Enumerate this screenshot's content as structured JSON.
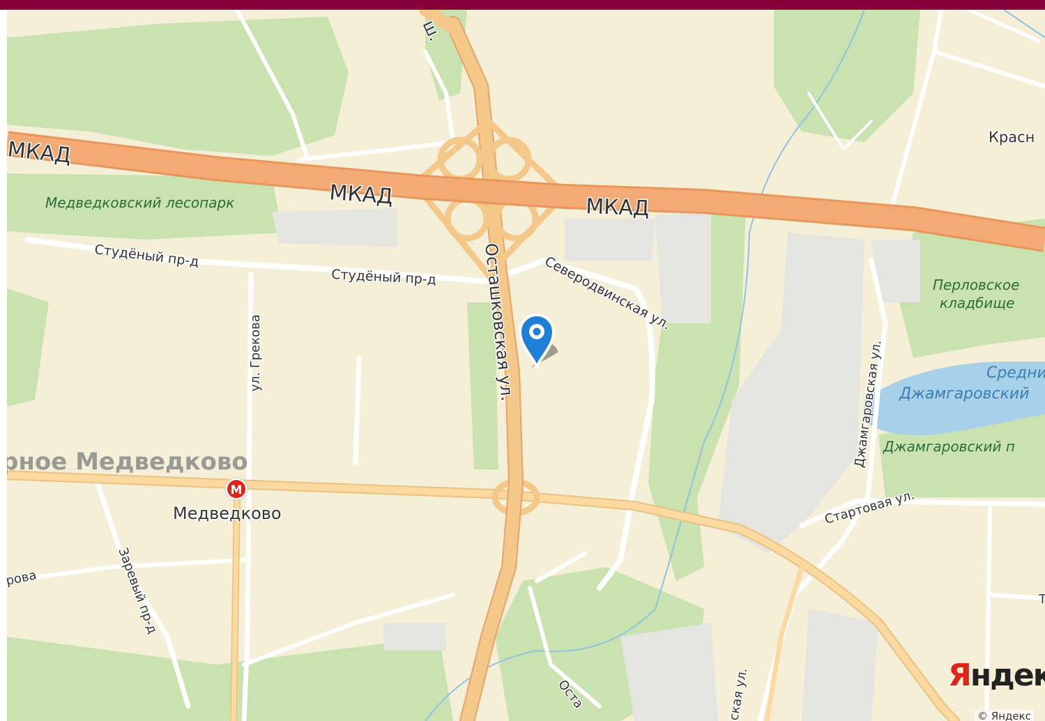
{
  "map": {
    "provider_logo": {
      "first_letter": "Я",
      "rest": "ндекс"
    },
    "copyright": "© Яндекс",
    "roads": {
      "mkad_left": "МКАД",
      "mkad_center": "МКАД",
      "mkad_right": "МКАД",
      "highway_top": "ш.",
      "ostashkovskaya": "Осташковская ул.",
      "ostashkovskaya_bottom": "Оста",
      "studeny_1": "Студёный пр-д",
      "studeny_2": "Студёный пр-д",
      "severodvinskaya": "Северодвинская ул.",
      "grekova": "ул. Грекова",
      "dzhamgarovskaya": "Джамгаровская ул.",
      "startovaya": "Стартовая ул.",
      "zarevy": "Заревый пр-д",
      "roba": "рова",
      "skaya_bottom": "ская ул.",
      "kras_partial": "Красн",
      "right_partial": "Т"
    },
    "areas": {
      "medvedkovsky_lesopark": "Медведковский лесопарк",
      "perlovskoe_1": "Перловское",
      "perlovskoe_2": "кладбище",
      "sredny_1": "Средний",
      "sredny_2": "Джамгаровский",
      "dzhamgarovsky_park": "Джамгаровский п",
      "district": "рное Медведково"
    },
    "metro": {
      "symbol": "М",
      "station": "Медведково",
      "color": "#e2231a"
    },
    "marker": {
      "icon": "map-pin-icon",
      "color": "#1e7fd6"
    },
    "colors": {
      "land": "#f6efd8",
      "forest": "#c9e2b0",
      "industrial": "#e4e4e0",
      "water": "#a8d0e8",
      "highway": "#f4aa74",
      "major_road": "#f4c888",
      "street": "#ffffff"
    }
  }
}
